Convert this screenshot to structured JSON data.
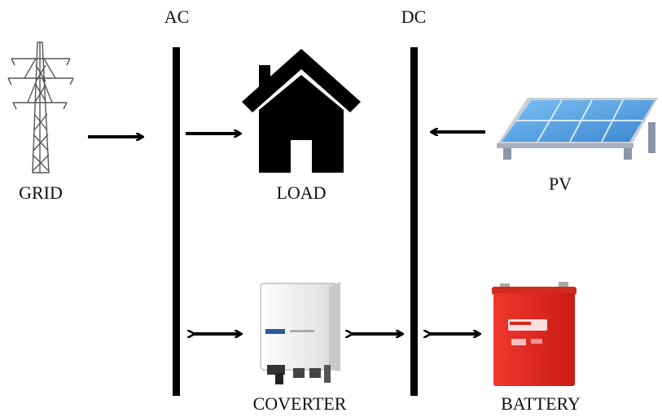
{
  "labels": {
    "bus_ac": "AC",
    "bus_dc": "DC",
    "grid": "GRID",
    "load": "LOAD",
    "pv": "PV",
    "converter": "COVERTER",
    "battery": "BATTERY"
  },
  "icons": {
    "grid": "transmission-tower-icon",
    "load": "house-icon",
    "pv": "solar-panel-icon",
    "converter": "inverter-icon",
    "battery": "battery-icon"
  },
  "colors": {
    "line": "#000000",
    "panel_blue": "#5aa2e0",
    "battery_red": "#e0241b"
  }
}
